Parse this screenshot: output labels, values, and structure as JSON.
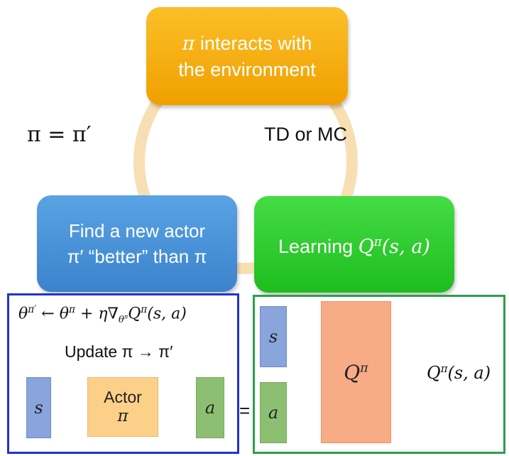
{
  "cycle": {
    "interact": {
      "line1_math": "π",
      "line1_rest": " interacts with",
      "line2": "the environment"
    },
    "td_mc": "TD or MC",
    "update_eq": "π = π′",
    "learn": {
      "prefix": "Learning ",
      "math": "Q",
      "sup": "π",
      "args": "(s, a)"
    },
    "find": {
      "line1": "Find a new actor",
      "line2": "π′ “better” than π"
    }
  },
  "actor_panel": {
    "grad_lhs": "θ",
    "grad_lhs_sup": "π′",
    "grad_mid": " ← θ",
    "grad_mid_sup": "π",
    "grad_rhs": " + η∇",
    "grad_rhs_sub": "θ",
    "grad_rhs_sup": "π",
    "grad_tail": "Q",
    "grad_tail_sup": "π",
    "grad_args": "(s, a)",
    "update_label": "Update π → π′",
    "state": "s",
    "actor_label": "Actor",
    "actor_symbol": "π",
    "action": "a"
  },
  "equals": "=",
  "critic_panel": {
    "state": "s",
    "action": "a",
    "q_label": "Q",
    "q_sup": "π",
    "output": "Q",
    "output_sup": "π",
    "output_args": "(s, a)"
  },
  "colors": {
    "orange": "#f0a000",
    "blue": "#3b83cc",
    "green": "#1ebd1e",
    "ring": "#f6d9a6",
    "panel_blue_border": "#2233cc",
    "panel_green_border": "#2e9e4e"
  }
}
